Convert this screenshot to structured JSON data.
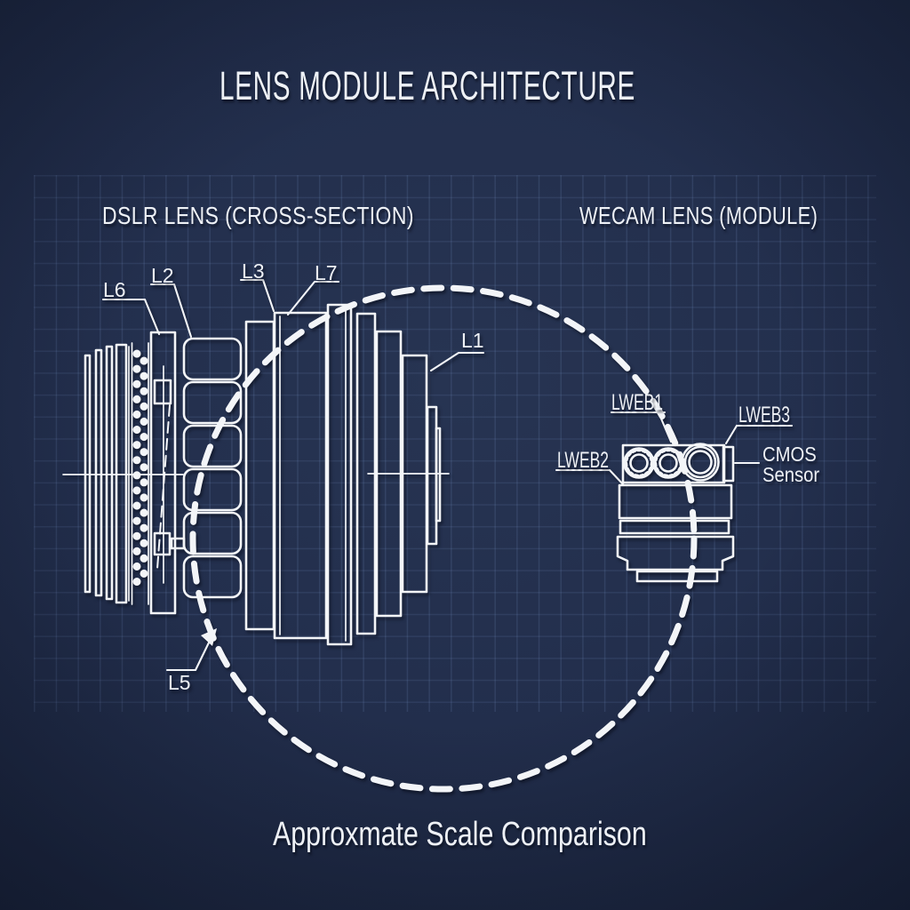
{
  "title": "LENS MODULE ARCHITECTURE",
  "left_section": {
    "heading": "DSLR LENS (CROSS-SECTION)",
    "labels": {
      "l6": "L6",
      "l2": "L2",
      "l3": "L3",
      "l7": "L7",
      "l1": "L1",
      "l5": "L5"
    }
  },
  "right_section": {
    "heading": "WECAM LENS (MODULE)",
    "labels": {
      "lweb1": "LWEB1",
      "lweb2": "LWEB2",
      "lweb3": "LWEB3"
    },
    "sensor_label": {
      "line1": "CMOS",
      "line2": "Sensor"
    }
  },
  "caption": "Approxmate Scale Comparison",
  "colors": {
    "background": "#212d4b",
    "grid_line": "#33415f",
    "line_color": "#f3f5f8",
    "text_color": "#eef1f6"
  }
}
